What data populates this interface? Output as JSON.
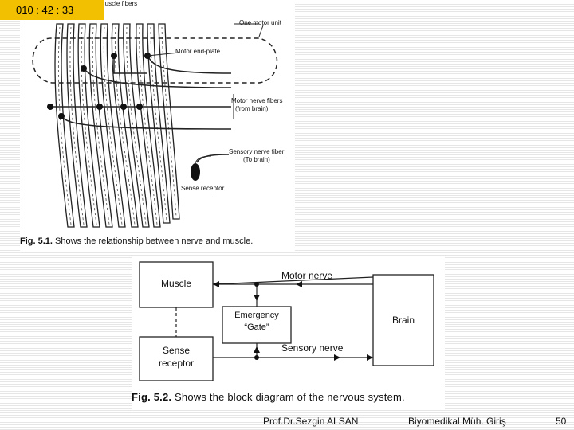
{
  "timer": {
    "label": "010 : 42 : 33"
  },
  "figure1": {
    "labels": {
      "muscle_fibers": "Muscle fibers",
      "motor_unit": "One motor unit",
      "end_plate": "Motor end-plate",
      "motor_fibers_1": "Motor nerve fibers",
      "motor_fibers_2": "(from brain)",
      "sensory_fiber_1": "Sensory nerve fiber",
      "sensory_fiber_2": "(To brain)",
      "sense_receptor": "Sense receptor"
    },
    "caption_prefix": "Fig. 5.1.",
    "caption_text": " Shows the relationship between nerve and muscle."
  },
  "figure2": {
    "boxes": {
      "muscle": "Muscle",
      "sense_1": "Sense",
      "sense_2": "receptor",
      "gate_1": "Emergency",
      "gate_2": "“Gate”",
      "brain": "Brain"
    },
    "arrows": {
      "motor": "Motor nerve",
      "sensory": "Sensory nerve"
    },
    "caption_prefix": "Fig. 5.2.",
    "caption_text": " Shows the block diagram of the nervous system."
  },
  "footer": {
    "author": "Prof.Dr.Sezgin ALSAN",
    "course": "Biyomedikal Müh. Giriş",
    "page": "50"
  }
}
